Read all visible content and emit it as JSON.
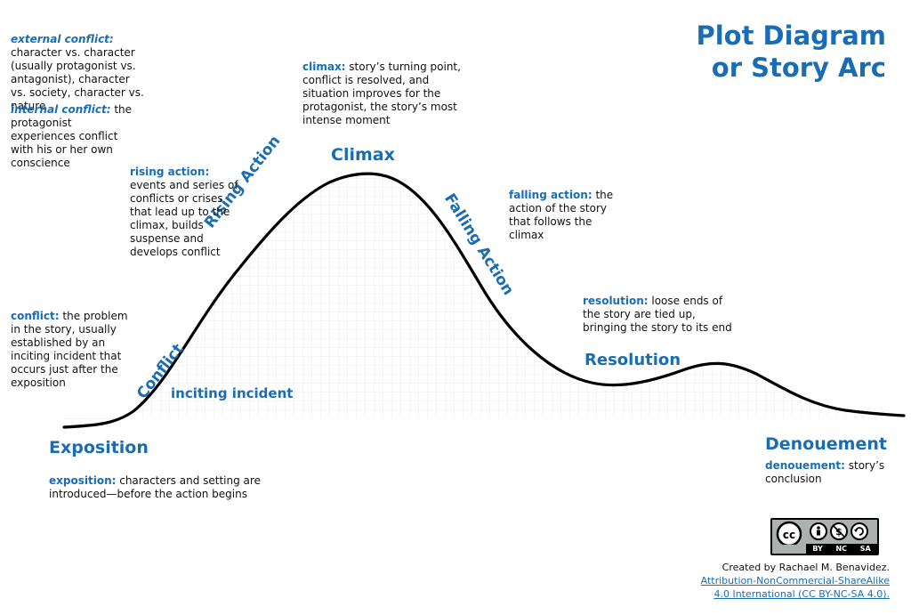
{
  "title": {
    "line1": "Plot Diagram",
    "line2": "or Story Arc"
  },
  "notes": {
    "external": {
      "term": "external conflict:",
      "text": " character vs. character (usually protagonist vs. antagonist), character vs. society, character vs. nature"
    },
    "internal": {
      "term": "internal conflict:",
      "text": " the protagonist experiences conflict with his or her own conscience"
    },
    "climax": {
      "term": "climax:",
      "text": " story’s turning point, conflict is resolved, and situation improves for the protagonist, the story’s most intense moment"
    },
    "rising": {
      "term": "rising action:",
      "text": " events and series of conflicts or crises that lead up to the climax,  builds suspense and develops conflict"
    },
    "falling": {
      "term": "falling action:",
      "text": " the action of the story that follows the climax"
    },
    "resolution": {
      "term": "resolution:",
      "text": " loose ends of the story are tied up, bringing the story to its end"
    },
    "conflict": {
      "term": "conflict:",
      "text": " the problem in the story, usually established by an inciting incident that occurs just after the exposition"
    },
    "exposition": {
      "term": "exposition:",
      "text": " characters and setting are introduced—before the action begins"
    },
    "denouement": {
      "term": "denouement:",
      "text": " story’s conclusion"
    }
  },
  "stages": {
    "climax": "Climax",
    "rising": "Rising Action",
    "falling": "Falling Action",
    "conflict": "Conflict",
    "inciting": "inciting incident",
    "resolution": "Resolution",
    "exposition": "Exposition",
    "denouement": "Denouement"
  },
  "license": {
    "badge_labels": [
      "BY",
      "NC",
      "SA"
    ],
    "created_by": "Created by Rachael M. Benavidez.",
    "link_line1": "Attribution-NonCommercial-ShareAlike",
    "link_line2": "4.0 International (CC BY-NC-SA 4.0)."
  },
  "colors": {
    "accent": "#1a6db3",
    "curve": "#000000",
    "grid": "#e6e6e6"
  }
}
